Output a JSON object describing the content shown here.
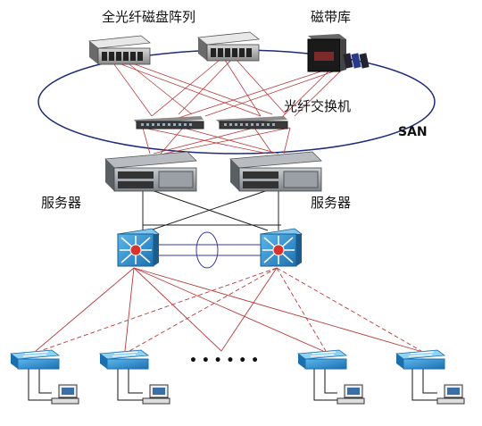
{
  "labels": {
    "storage_array": "全光纤磁盘阵列",
    "tape_library": "磁带库",
    "fc_switch": "光纤交换机",
    "san": "SAN",
    "server_left": "服务器",
    "server_right": "服务器",
    "ellipsis": "• • • • • •"
  },
  "colors": {
    "san_ring": "#1f2c7a",
    "fiber_link": "#b83a3a",
    "server_link": "#222222",
    "core_link": "#3a3a9a",
    "access_link": "#b83a3a",
    "switch_body": "#2a8fd0"
  },
  "icons": {
    "storage": "disk-array-icon",
    "tape": "tape-library-icon",
    "fc_switch": "fc-switch-icon",
    "server": "rack-server-icon",
    "core_switch": "multilayer-switch-icon",
    "access_switch": "workgroup-switch-icon",
    "pc": "desktop-pc-icon"
  }
}
